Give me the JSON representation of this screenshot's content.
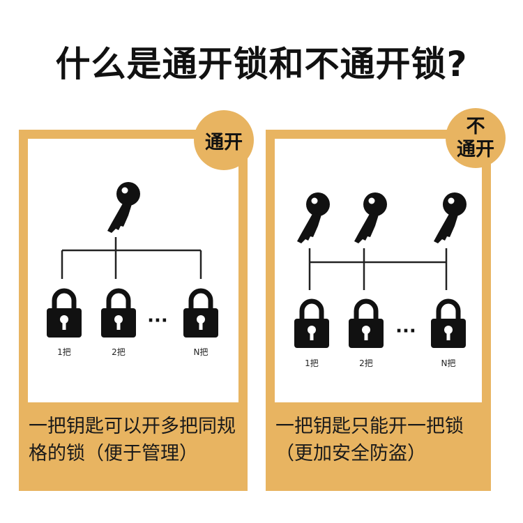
{
  "title": "什么是通开锁和不通开锁?",
  "left_panel": {
    "badge": "通开",
    "lock_labels": [
      "1把",
      "2把",
      "N把"
    ],
    "ellipsis": "···",
    "caption": "一把钥匙可以开多把同规格的锁（便于管理）"
  },
  "right_panel": {
    "badge_line1": "不",
    "badge_line2": "通开",
    "lock_labels": [
      "1把",
      "2把",
      "N把"
    ],
    "ellipsis": "···",
    "caption": "一把钥匙只能开一把锁（更加安全防盗）"
  },
  "colors": {
    "panel": "#E8B461",
    "ink": "#111111",
    "background": "#ffffff"
  }
}
